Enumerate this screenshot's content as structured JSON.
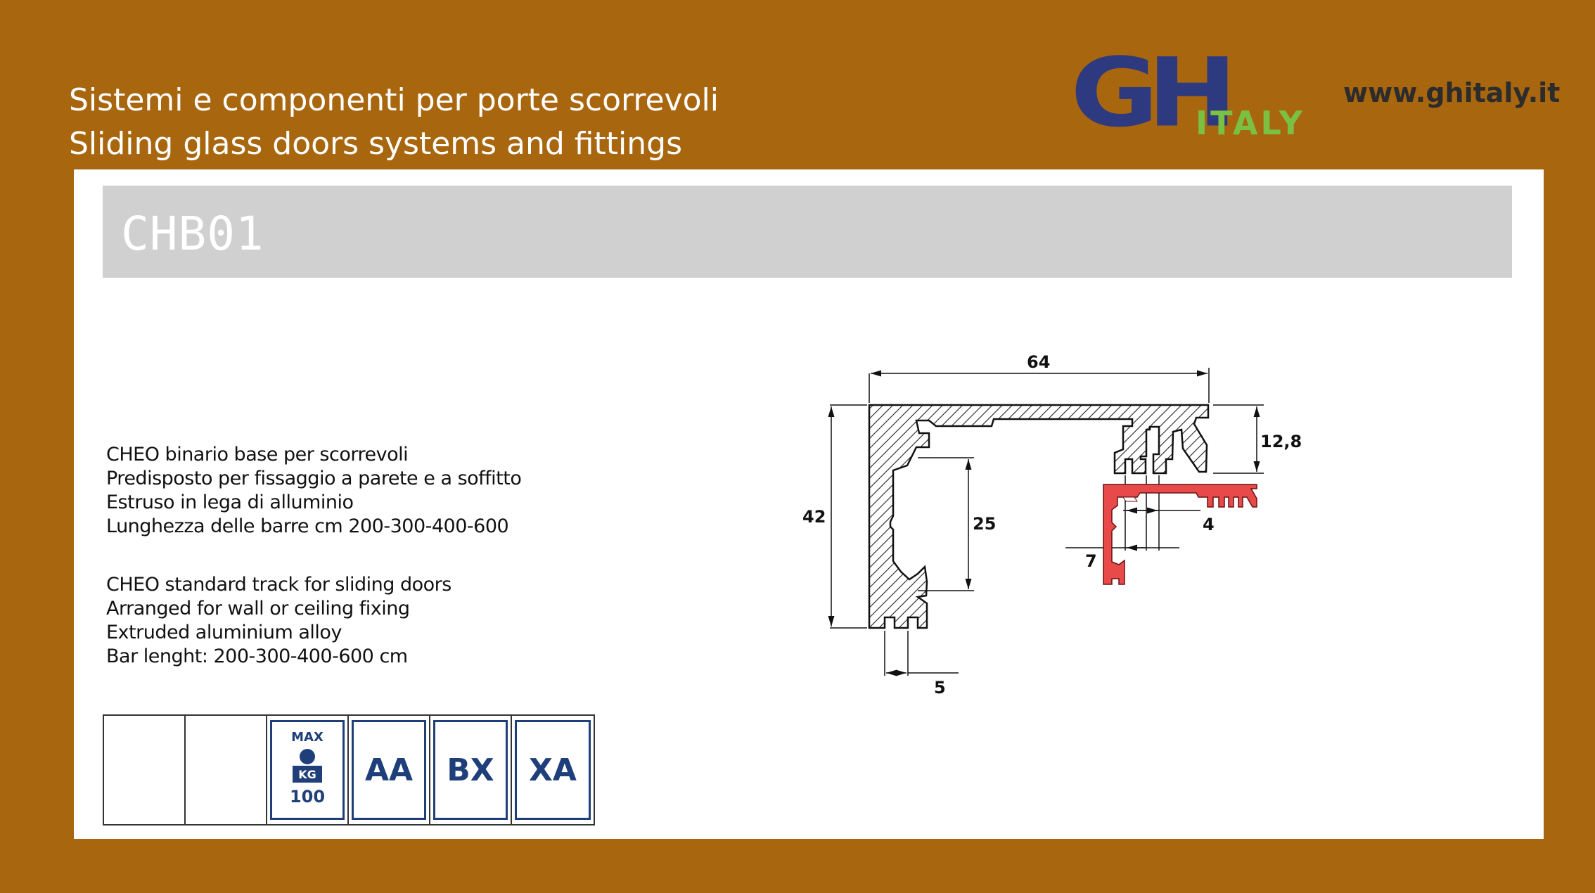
{
  "header": {
    "line_it": "Sistemi e componenti per porte scorrevoli",
    "line_en": "Sliding glass doors systems and fittings"
  },
  "logo": {
    "gh": "GH",
    "italy": "ITALY"
  },
  "website": "www.ghitaly.it",
  "product": {
    "code": "CHB01"
  },
  "description_it": [
    "CHEO binario base per scorrevoli",
    "Predisposto per fissaggio a parete e a soffitto",
    "Estruso in lega di alluminio",
    "Lunghezza delle barre cm 200-300-400-600"
  ],
  "description_en": [
    "CHEO standard track for sliding doors",
    "Arranged for wall or ceiling fixing",
    "Extruded aluminium alloy",
    "Bar lenght: 200-300-400-600 cm"
  ],
  "badges": {
    "max_label": "MAX",
    "kg_label": "KG",
    "kg_value": "100",
    "codes": [
      "AA",
      "BX",
      "XA"
    ]
  },
  "dimensions": {
    "width": "64",
    "height": "42",
    "inner": "25",
    "top_depth": "12,8",
    "slot": "4",
    "offset": "7",
    "bottom": "5"
  },
  "colors": {
    "background": "#a8660f",
    "panel": "#ffffff",
    "title_bar": "#d0d0d0",
    "badge_blue": "#1f3f7a",
    "logo_blue": "#2e3a80",
    "logo_green": "#7ac143",
    "profile_red": "#e84a4a"
  }
}
